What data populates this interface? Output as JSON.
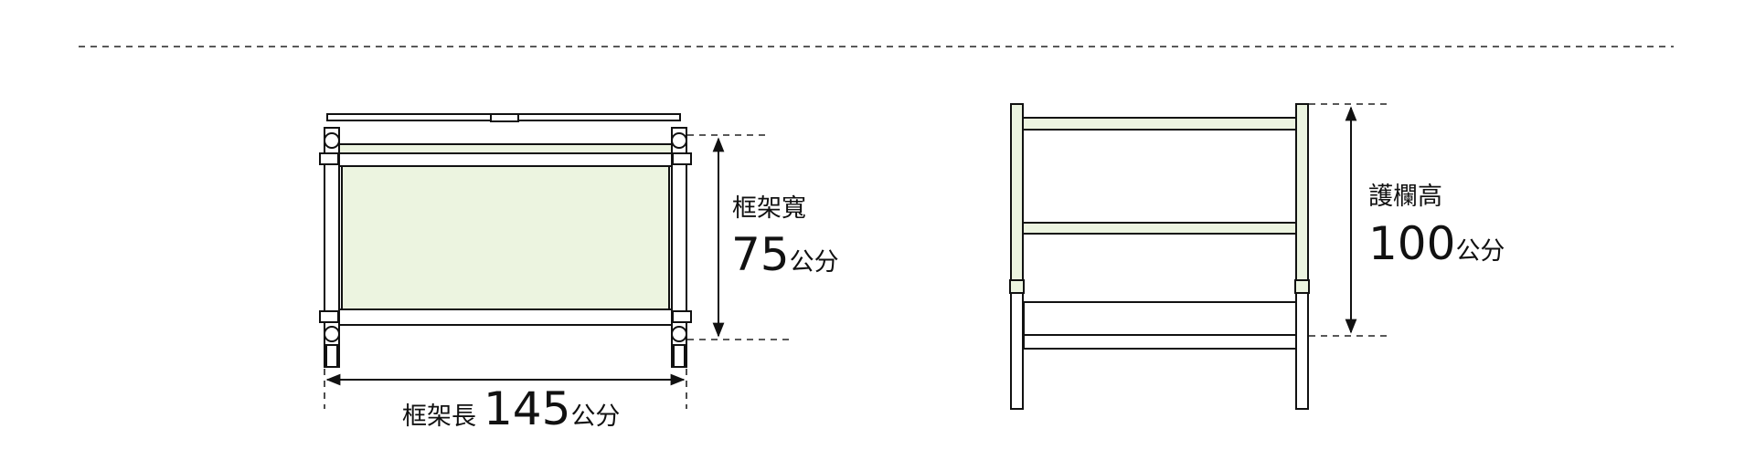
{
  "colors": {
    "panel_fill": "#ecf4e0",
    "line": "#111111"
  },
  "frame_view": {
    "width_label": "框架寬",
    "width_value": "75",
    "width_unit": "公分",
    "length_label": "框架長",
    "length_value": "145",
    "length_unit": "公分"
  },
  "rail_view": {
    "height_label": "護欄高",
    "height_value": "100",
    "height_unit": "公分"
  }
}
